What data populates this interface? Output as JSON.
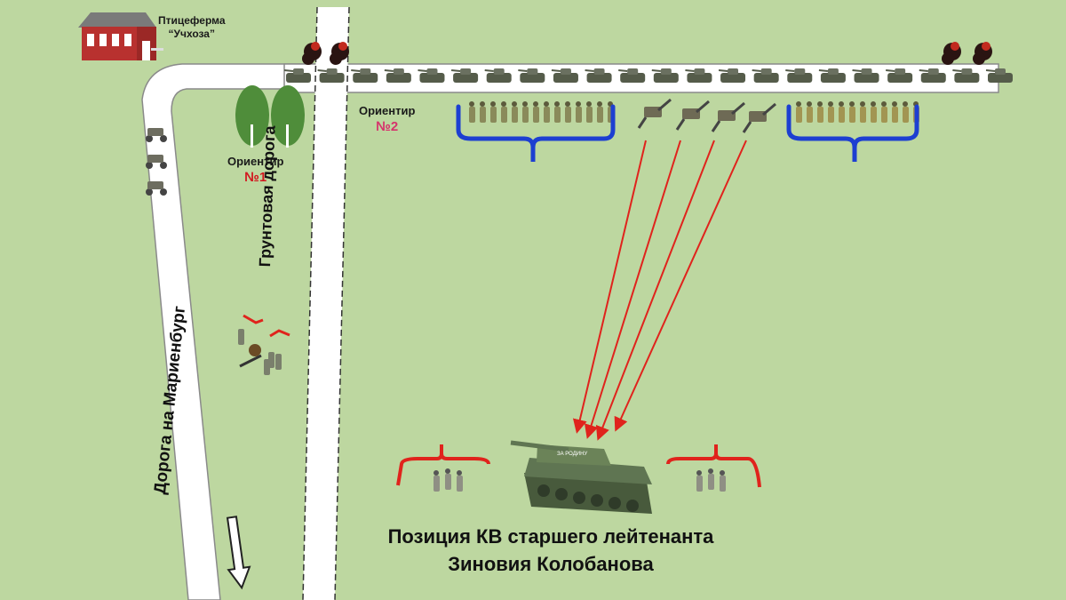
{
  "map": {
    "farm_label_line1": "Птицеферма",
    "farm_label_line2": "“Учхоза”",
    "landmark1_label": "Ориентир",
    "landmark1_number": "№1",
    "landmark2_label": "Ориентир",
    "landmark2_number": "№2",
    "dirt_road_label": "Грунтовая дорога",
    "marienburg_road_label": "Дорога на Мариенбург",
    "caption_line1": "Позиция КВ старшего лейтенанта",
    "caption_line2": "Зиновия Колобанова",
    "tank_turret_text": "ЗА РОДИНУ"
  },
  "column": {
    "tank_count": 22,
    "burning_front": 2,
    "burning_rear": 2,
    "motorcycles": 3
  },
  "infantry": {
    "group_left_soldiers": 14,
    "group_right_soldiers": 12,
    "enemy_guns": 4,
    "fire_lines": 4
  },
  "colors": {
    "grass": "#bdd7a0",
    "road": "#ffffff",
    "tank_green": "#5a6b4c",
    "fire_line": "#e0231c",
    "bracket_blue": "#1d3fd1",
    "bracket_red": "#e0231c",
    "number_red": "#d2181f",
    "number_pink": "#d6336c",
    "barn_red": "#b8312f"
  }
}
